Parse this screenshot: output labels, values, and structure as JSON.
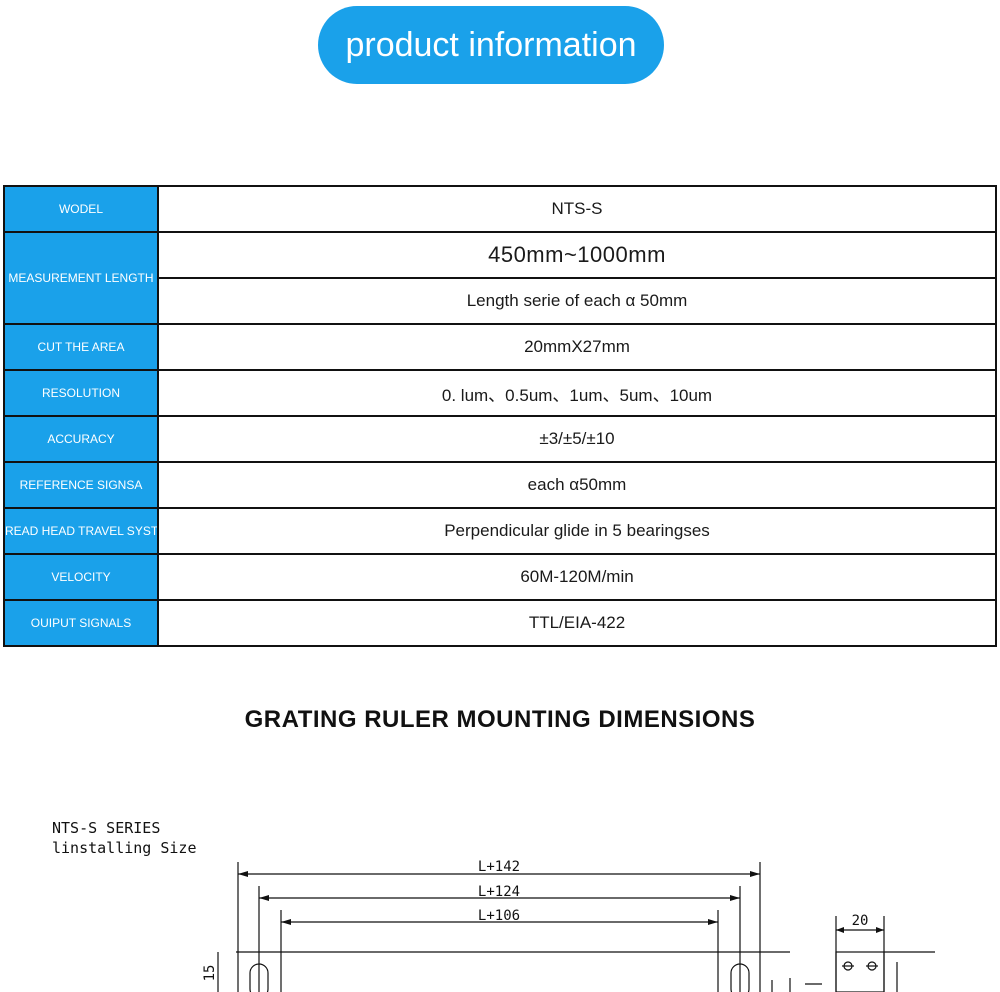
{
  "header": {
    "title": "product information"
  },
  "spec_table": {
    "rows": [
      {
        "label": "WODEL",
        "values": [
          "NTS-S"
        ]
      },
      {
        "label": "MEASUREMENT LENGTH",
        "values": [
          "450mm~1000mm",
          "Length serie of each α 50mm"
        ]
      },
      {
        "label": "CUT THE AREA",
        "values": [
          "20mmX27mm"
        ]
      },
      {
        "label": "RESOLUTION",
        "values": [
          "0. lum、0.5um、1um、5um、10um"
        ]
      },
      {
        "label": "ACCURACY",
        "values": [
          "±3/±5/±10"
        ]
      },
      {
        "label": "REFERENCE SIGNSA",
        "values": [
          "each α50mm"
        ]
      },
      {
        "label": "READ HEAD TRAVEL SYST",
        "values": [
          "Perpendicular glide in 5 bearingses"
        ]
      },
      {
        "label": "VELOCITY",
        "values": [
          "60M-120M/min"
        ]
      },
      {
        "label": "OUIPUT SIGNALS",
        "values": [
          "TTL/EIA-422"
        ]
      }
    ]
  },
  "mounting": {
    "title": "GRATING RULER MOUNTING DIMENSIONS",
    "series_line1": "NTS-S  SERIES",
    "series_line2": "linstalling Size",
    "dims": {
      "d1": "L+142",
      "d2": "L+124",
      "d3": "L+106",
      "side_width": "20",
      "left_height": "15"
    }
  },
  "colors": {
    "accent": "#1aa1ea",
    "border": "#111111"
  }
}
